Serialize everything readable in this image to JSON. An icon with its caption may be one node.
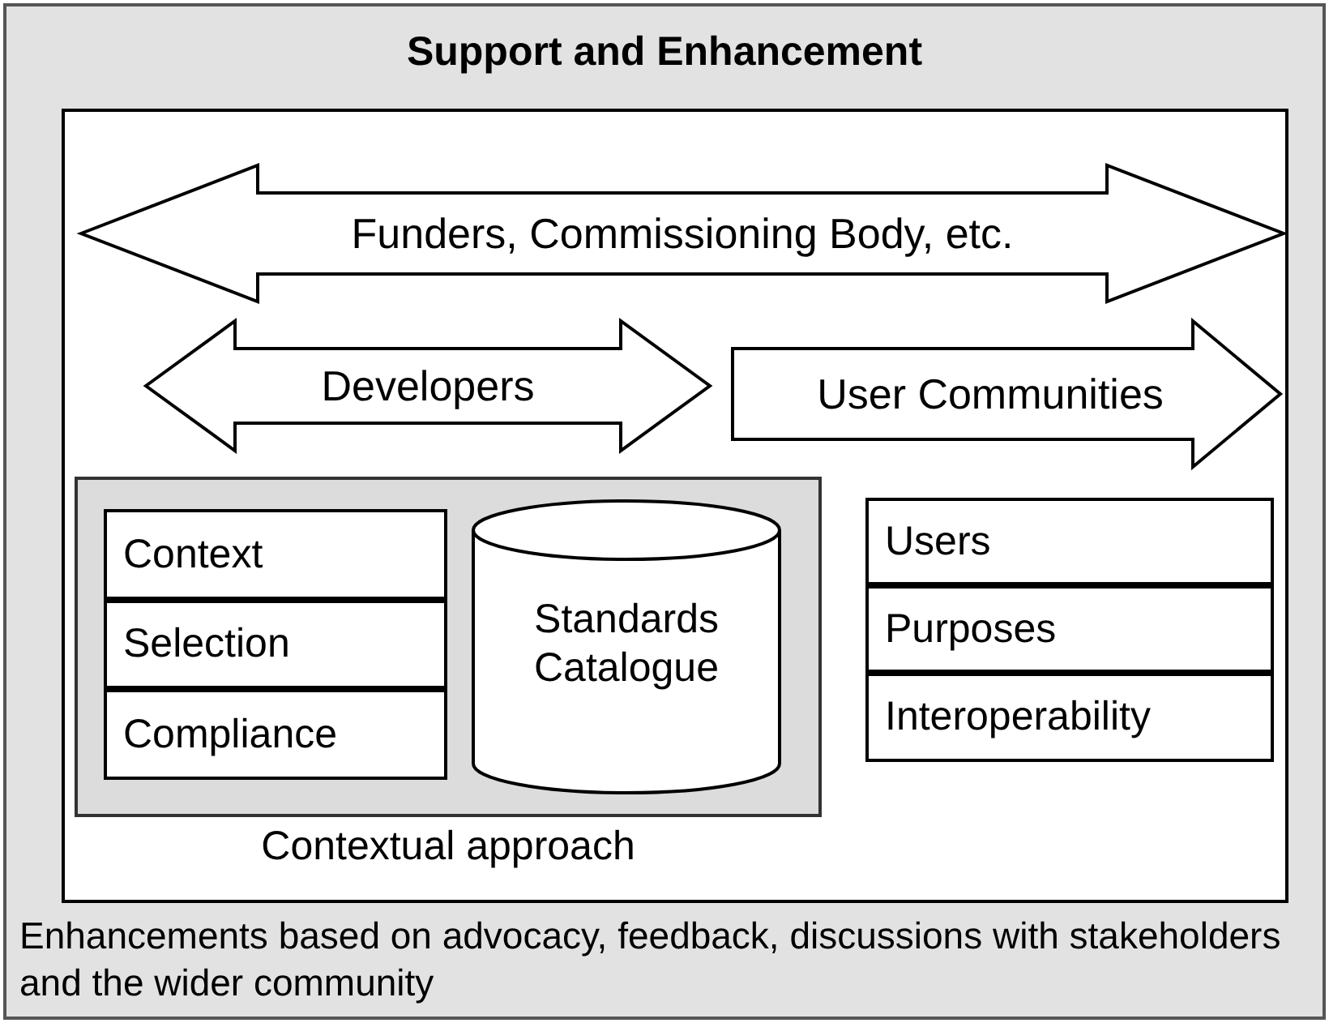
{
  "diagram": {
    "nodes": [
      {
        "text": [
          "Support and Enhancement",
          "Enhancements based on advocacy, feedback, discussions with stakeholders and the wider community"
        ]
      },
      {
        "text": [],
        "shape": "box",
        "in": 0
      },
      {
        "text": [
          "Funders, Commissioning Body, etc."
        ],
        "in": 1
      },
      {
        "text": [
          "Developers"
        ],
        "in": 1
      },
      {
        "text": [
          "User Communities"
        ],
        "in": 1
      },
      {
        "text": [
          "Contextual approach"
        ],
        "in": 1
      },
      {
        "text": [
          "Context"
        ],
        "in": 5
      },
      {
        "text": [
          "Selection"
        ],
        "in": 5
      },
      {
        "text": [
          "Compliance"
        ],
        "in": 5
      },
      {
        "text": [
          "Standards Catalogue"
        ],
        "in": 5
      },
      {
        "text": [
          "Users"
        ],
        "in": 1
      },
      {
        "text": [
          "Purposes"
        ],
        "in": 1
      },
      {
        "text": [
          "Interoperability"
        ],
        "in": 1
      }
    ]
  }
}
